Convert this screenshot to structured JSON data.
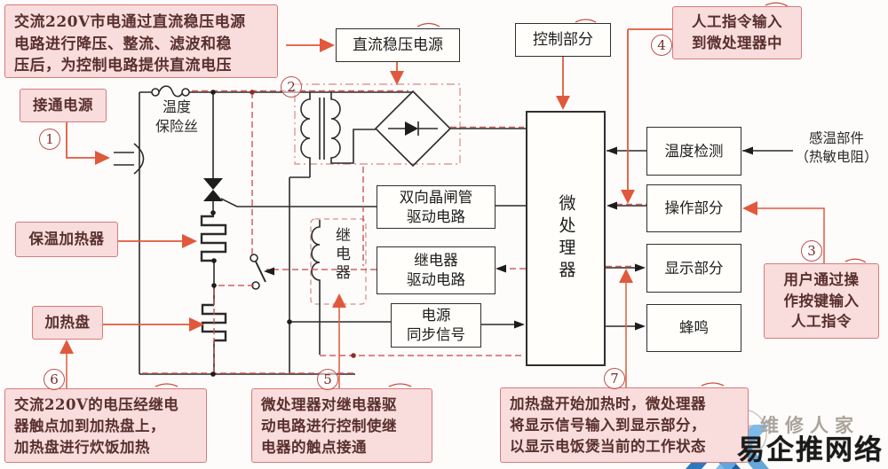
{
  "notes": {
    "ac_supply": "交流220V市电通过直流稳压电源\n电路进行降压、整流、滤波和稳\n压后，为控制电路提供直流电压",
    "power_on": "接通电源",
    "warm_heater": "保温加热器",
    "heat_plate": "加热盘",
    "relay_voltage": "交流220V的电压经继电\n器触点加到加热盘上，\n加热盘进行炊饭加热",
    "mcu_relay": "微处理器对继电器驱\n动电路进行控制使继\n电器的触点接通",
    "heating_display": "加热盘开始加热时，微处理器\n将显示信号输入到显示部分，\n以显示电饭煲当前的工作状态",
    "manual_cmd": "人工指令输入\n到微处理器中",
    "user_keys": "用户通过操\n作按键输入\n人工指令"
  },
  "blocks": {
    "dc_power": "直流稳压电源",
    "control": "控制部分",
    "mcu": "微处理器",
    "triac_drive": "双向晶闸管\n驱动电路",
    "relay_drive": "继电器\n驱动电路",
    "sync": "电源\n同步信号",
    "temp_detect": "温度检测",
    "operation": "操作部分",
    "display": "显示部分",
    "buzzer": "蜂鸣"
  },
  "labels": {
    "thermal_fuse": "温度\n保险丝",
    "relay": "继电器",
    "temp_sensor": "感温部件\n（热敏电阻）"
  },
  "steps": [
    "1",
    "2",
    "3",
    "4",
    "5",
    "6",
    "7"
  ],
  "watermark": {
    "brand1": "维修人家",
    "brand2": "易企推网络"
  },
  "colors": {
    "note_fill": "#f9dcdc",
    "note_border": "#d47c7c",
    "accent_red": "#e0593c",
    "dashed_red": "#c9504f",
    "line_black": "#2b2b2b"
  }
}
